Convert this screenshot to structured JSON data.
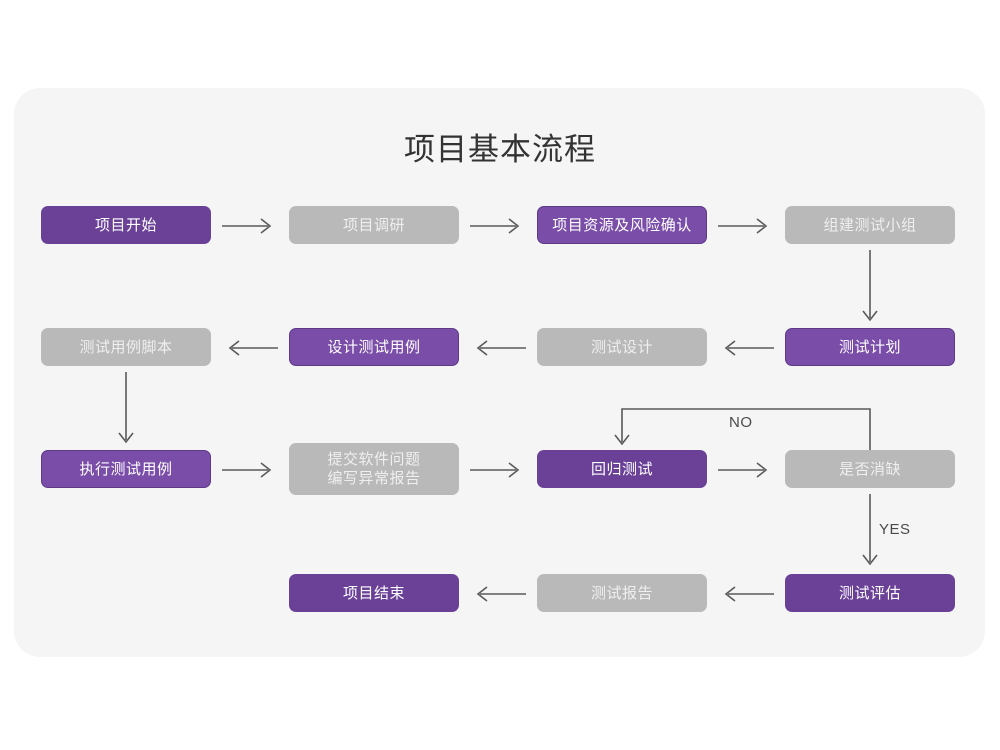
{
  "page": {
    "background": "#ffffff",
    "card_background": "#f5f5f5",
    "title": "项目基本流程"
  },
  "palette": {
    "purple": "#6b4198",
    "purple_outline_fill": "#7a4da8",
    "purple_outline_border": "#5d3a87",
    "gray": "#b9b9b9",
    "gray_text": "#efefef",
    "arrow": "#5a5a5a",
    "title_text": "#333333",
    "label_text": "#4a4a4a"
  },
  "flow": {
    "nodes": [
      {
        "id": "n1",
        "label": "项目开始",
        "style": "purple"
      },
      {
        "id": "n2",
        "label": "项目调研",
        "style": "gray"
      },
      {
        "id": "n3",
        "label": "项目资源及风险确认",
        "style": "purple-outline"
      },
      {
        "id": "n4",
        "label": "组建测试小组",
        "style": "gray"
      },
      {
        "id": "n5",
        "label": "测试计划",
        "style": "purple-outline"
      },
      {
        "id": "n6",
        "label": "测试设计",
        "style": "gray"
      },
      {
        "id": "n7",
        "label": "设计测试用例",
        "style": "purple-outline"
      },
      {
        "id": "n8",
        "label": "测试用例脚本",
        "style": "gray"
      },
      {
        "id": "n9",
        "label": "执行测试用例",
        "style": "purple-outline"
      },
      {
        "id": "n10",
        "label": "提交软件问题\n编写异常报告",
        "style": "gray"
      },
      {
        "id": "n11",
        "label": "回归测试",
        "style": "purple"
      },
      {
        "id": "n12",
        "label": "是否消缺",
        "style": "gray"
      },
      {
        "id": "n13",
        "label": "测试评估",
        "style": "purple"
      },
      {
        "id": "n14",
        "label": "测试报告",
        "style": "gray"
      },
      {
        "id": "n15",
        "label": "项目结束",
        "style": "purple"
      }
    ],
    "edge_labels": {
      "no": "NO",
      "yes": "YES"
    }
  }
}
